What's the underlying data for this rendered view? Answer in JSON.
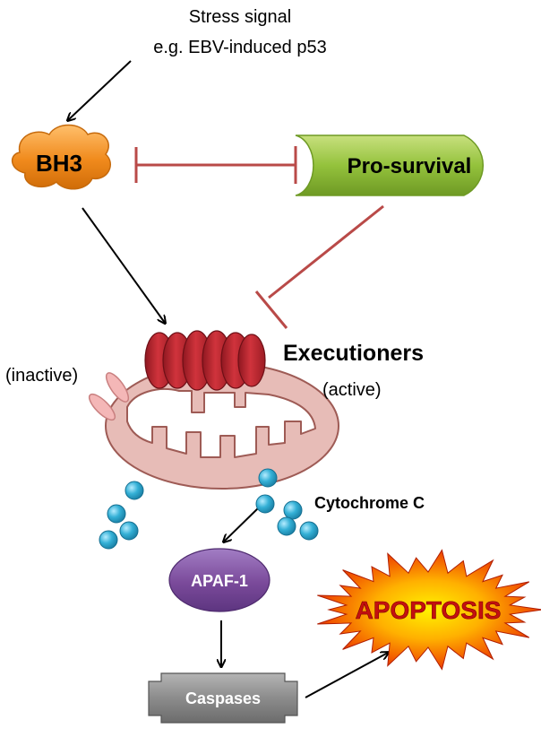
{
  "stress_signal": {
    "line1": "Stress signal",
    "line2": "e.g. EBV-induced p53"
  },
  "bh3": {
    "label": "BH3",
    "color": "#f08a1c"
  },
  "pro_survival": {
    "label": "Pro-survival",
    "color": "#7faf2d"
  },
  "executioners": {
    "label": "Executioners",
    "active_label": "(active)",
    "inactive_label": "(inactive)",
    "color": "#b8232d"
  },
  "mitochondrion": {
    "outer_color": "#e7bcb7",
    "inner_color": "#ffffff"
  },
  "cytochrome": {
    "label": "Cytochrome C",
    "color": "#2aa3c8"
  },
  "apaf1": {
    "label": "APAF-1",
    "color": "#7a4a9a"
  },
  "caspases": {
    "label": "Caspases",
    "color": "#7d7d7d"
  },
  "apoptosis": {
    "label": "APOPTOSIS",
    "color": "#d41b1b"
  },
  "inhibition_color": "#b94a48"
}
